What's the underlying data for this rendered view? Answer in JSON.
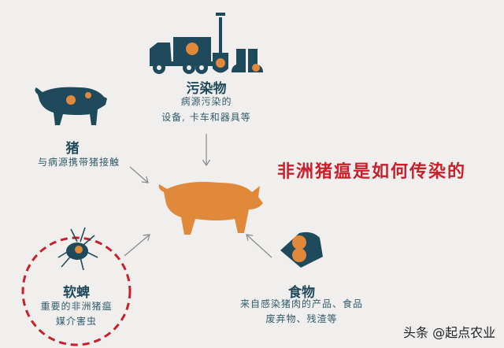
{
  "main_title": "非洲猪瘟是如何传染的",
  "nodes": {
    "contaminated": {
      "title": "污染物",
      "lines": [
        "病源污染的",
        "设备, 卡车和器具等"
      ]
    },
    "pig": {
      "title": "猪",
      "lines": [
        "与病源携带猪接触"
      ]
    },
    "tick": {
      "title": "软蜱",
      "lines": [
        "重要的非洲猪瘟",
        "媒介害虫"
      ]
    },
    "food": {
      "title": "食物",
      "lines": [
        "来自感染猪肉的产品、食品",
        "废弃物、残渣等"
      ]
    }
  },
  "watermark": "头条 @起点农业",
  "colors": {
    "teal": "#1f4a5c",
    "orange": "#e0893a",
    "red": "#c8202a",
    "background": "#f1efed"
  }
}
